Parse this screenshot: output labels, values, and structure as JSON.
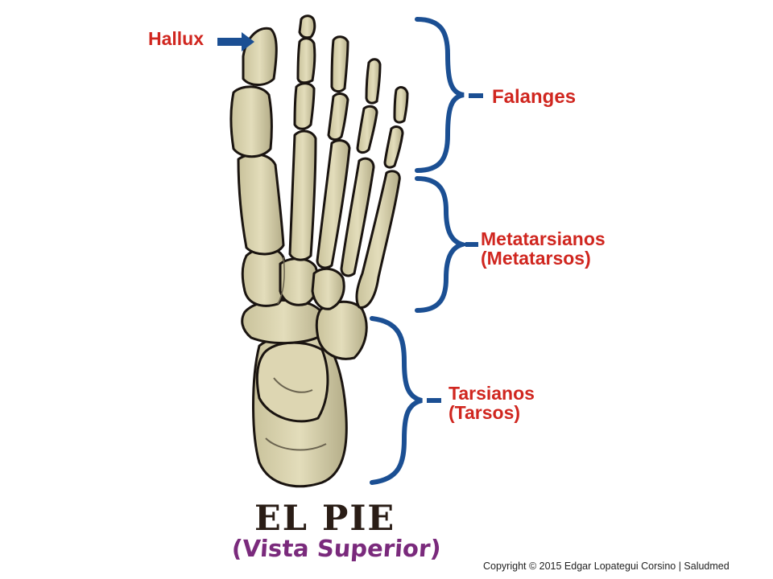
{
  "labels": {
    "hallux": "Hallux",
    "falanges": "Falanges",
    "metatarsianos_1": "Metatarsianos",
    "metatarsianos_2": "(Metatarsos)",
    "tarsianos_1": "Tarsianos",
    "tarsianos_2": "(Tarsos)"
  },
  "title": "EL PIE",
  "subtitle": "(Vista Superior)",
  "copyright": "Copyright © 2015 Edgar Lopategui Corsino | Saludmed",
  "colors": {
    "label": "#d0261f",
    "bracket": "#1b4f93",
    "bone": "#d8d2ad",
    "bone_shadow": "#a49e7c",
    "outline": "#1a1410",
    "title": "#2a1d16",
    "subtitle": "#7a2a7c"
  }
}
